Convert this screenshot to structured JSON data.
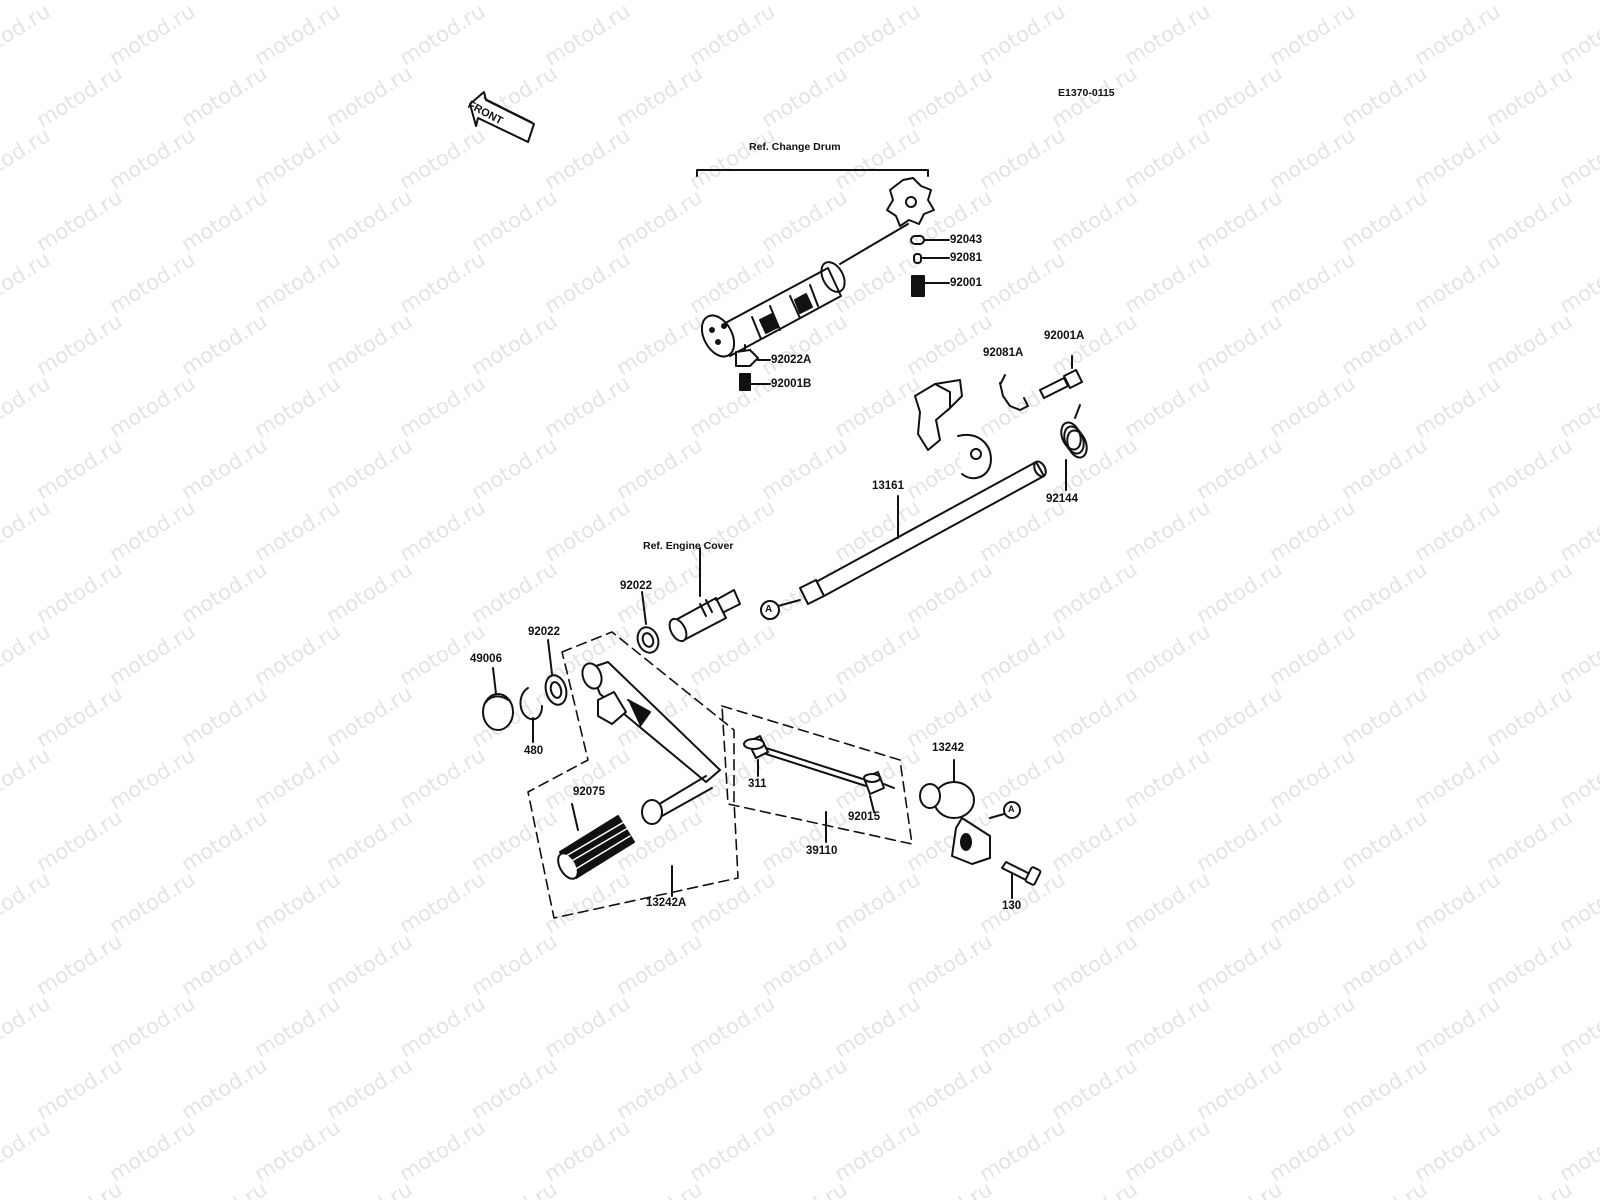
{
  "diagram_id": "E1370-0115",
  "front_label": "FRONT",
  "watermark": "motod.ru",
  "refs": {
    "change_drum": "Ref.  Change Drum",
    "engine_cover": "Ref.  Engine Cover"
  },
  "parts": {
    "p92043": "92043",
    "p92081": "92081",
    "p92001": "92001",
    "p92022A": "92022A",
    "p92001B": "92001B",
    "p92081A": "92081A",
    "p92001A": "92001A",
    "p92144": "92144",
    "p13161": "13161",
    "p92022_upper": "92022",
    "p92022_lower": "92022",
    "p49006": "49006",
    "p480": "480",
    "p92075": "92075",
    "p13242A": "13242A",
    "p311": "311",
    "p92015": "92015",
    "p39110": "39110",
    "p13242": "13242",
    "p130": "130"
  },
  "markers": {
    "a_left": "A",
    "a_right": "A"
  }
}
